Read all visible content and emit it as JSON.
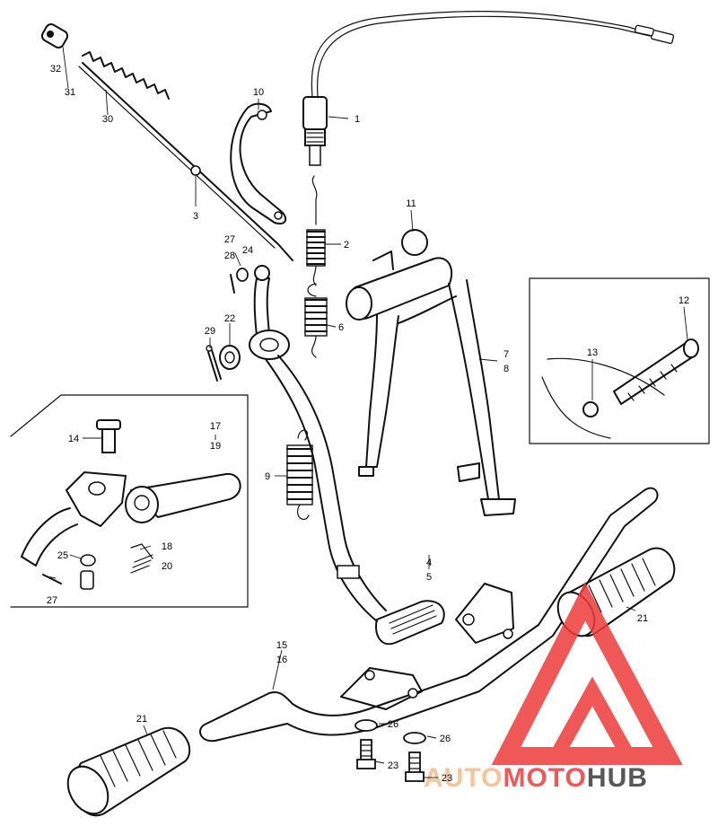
{
  "labels": {
    "p1": "1",
    "p2": "2",
    "p3": "3",
    "p4": "4",
    "p5": "5",
    "p6": "6",
    "p7": "7",
    "p8": "8",
    "p9": "9",
    "p10": "10",
    "p11": "11",
    "p12": "12",
    "p13": "13",
    "p14": "14",
    "p15": "15",
    "p16": "16",
    "p17": "17",
    "p18": "18",
    "p19": "19",
    "p20": "20",
    "p21a": "21",
    "p21b": "21",
    "p22": "22",
    "p23a": "23",
    "p23b": "23",
    "p24": "24",
    "p25": "25",
    "p26a": "26",
    "p26b": "26",
    "p27a": "27",
    "p27b": "27",
    "p28": "28",
    "p29": "29",
    "p30": "30",
    "p31": "31",
    "p32": "32"
  },
  "watermark": {
    "part1": "AUTO",
    "part2": "MOTO",
    "part3": "HUB",
    "color_light": "#f5b98a",
    "color_red": "#ee3b3b",
    "color_dark": "#3a3a3a"
  }
}
